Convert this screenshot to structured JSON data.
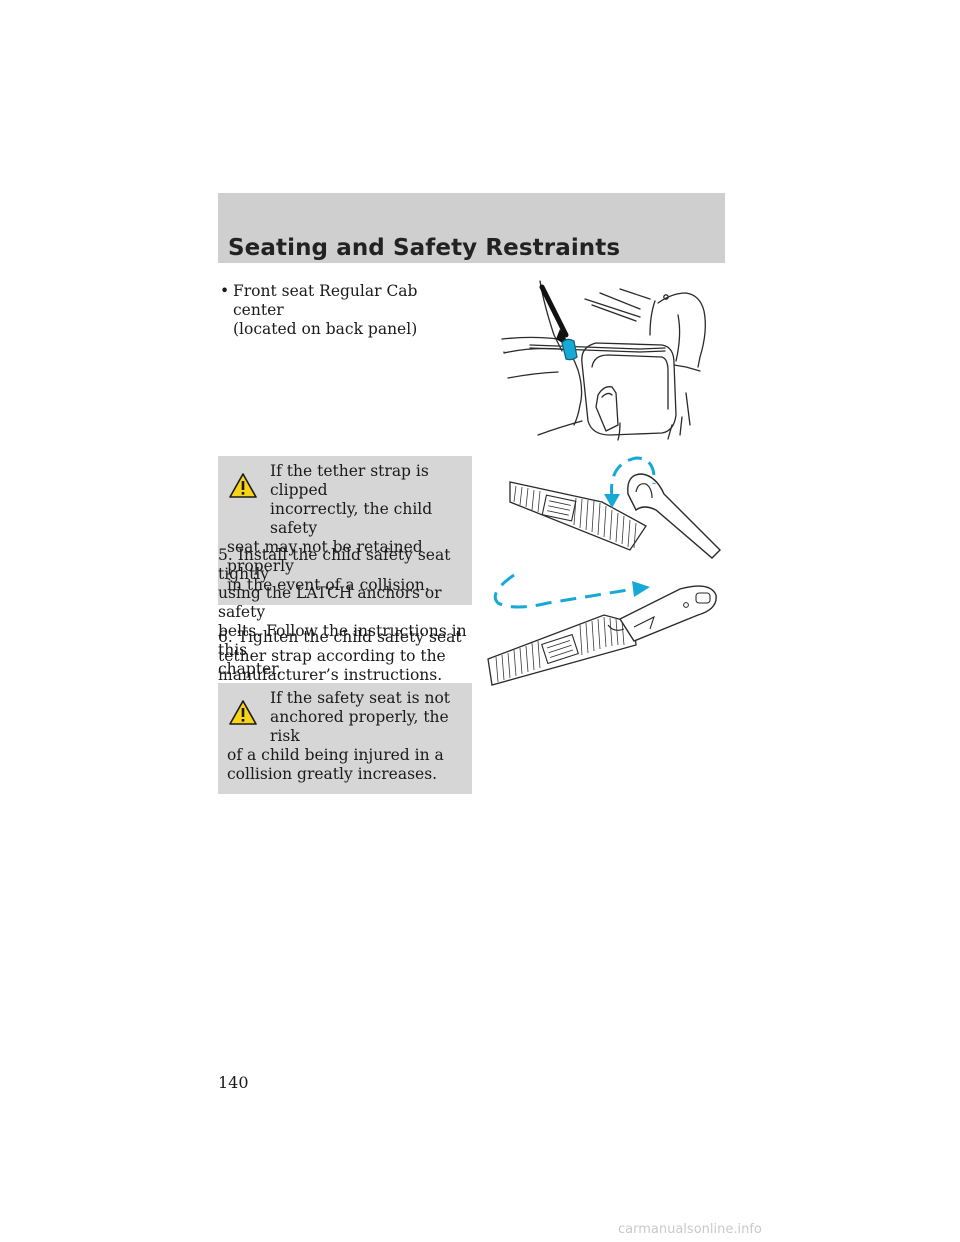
{
  "header": {
    "title": "Seating and Safety Restraints"
  },
  "bullet": {
    "line1": "Front seat Regular Cab center",
    "line2": "(located on back panel)"
  },
  "warning1": {
    "icon": "warning-triangle-icon",
    "lines": [
      "If the tether strap is clipped",
      "incorrectly, the child safety",
      "seat may not be retained properly",
      "in the event of a collision."
    ]
  },
  "step5": {
    "lines": [
      "5. Install the child safety seat tightly",
      "using the LATCH anchors or safety",
      "belts. Follow the instructions in this",
      "chapter."
    ]
  },
  "step6": {
    "lines": [
      "6. Tighten the child safety seat",
      "tether strap according to the",
      "manufacturer’s instructions."
    ]
  },
  "warning2": {
    "icon": "warning-triangle-icon",
    "lines": [
      "If the safety seat is not",
      "anchored properly, the risk",
      "of a child being injured in a",
      "collision greatly increases."
    ]
  },
  "page_number": "140",
  "watermark": "carmanualsonline.info",
  "colors": {
    "header_band": "#cfcfcf",
    "warning_box": "#d6d6d6",
    "accent_cyan": "#17a9d6",
    "warning_yellow": "#f7d417"
  }
}
